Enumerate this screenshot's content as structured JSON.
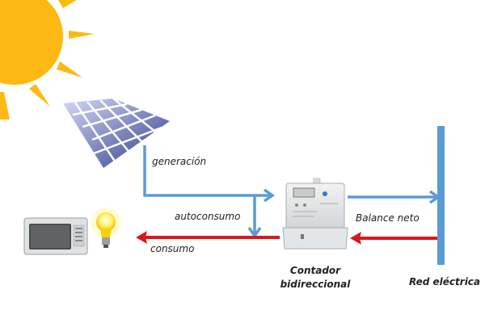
{
  "diagram": {
    "labels": {
      "generation": "generación",
      "self_consumption": "autoconsumo",
      "consumption": "consumo",
      "net_balance": "Balance neto",
      "meter_line1": "Contador",
      "meter_line2": "bidireccional",
      "grid": "Red eléctrica"
    },
    "colors": {
      "sun": "#FDB913",
      "flow_blue": "#5B9BD5",
      "flow_red": "#D9181E",
      "grid_bar": "#5B9BD5",
      "panel_dark": "#2E3A8C",
      "panel_light": "#B9BEEB"
    },
    "icons": [
      "sun-icon",
      "solar-panel-icon",
      "microwave-icon",
      "light-bulb-icon",
      "bidirectional-meter-icon",
      "grid-bar-icon"
    ]
  }
}
